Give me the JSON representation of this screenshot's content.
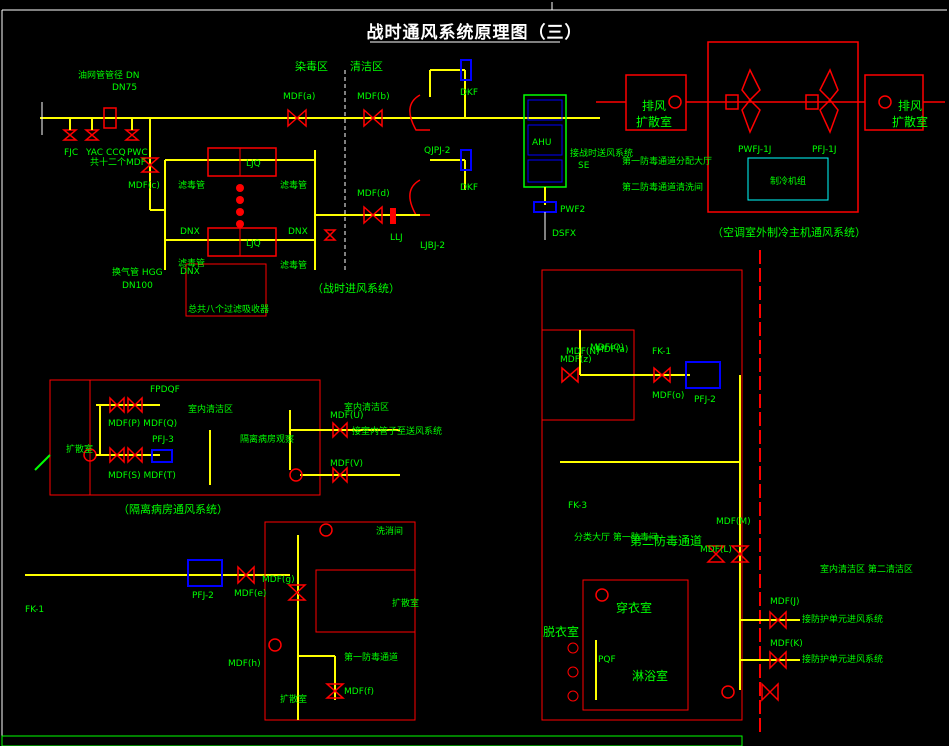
{
  "title": "战时通风系统原理图（三）",
  "labels": {
    "zone_contam": "染毒区",
    "zone_clean": "清洁区",
    "pipe_outdoor": "油网管管径 DN",
    "pipe_dn": "DN75",
    "fjc": "FJC",
    "yac": "YAC",
    "ccq": "CCQ",
    "pwc": "PWC",
    "total_mdf": "共十二个MDF",
    "mdf_c": "MDF(c)",
    "mdf_a": "MDF(a)",
    "mdf_b": "MDF(b)",
    "mdf_d": "MDF(d)",
    "dkf_top": "DKF",
    "dkf_mid": "DKF",
    "qjpj2": "QJPJ-2",
    "ljbj2": "LJBJ-2",
    "llj": "LLJ",
    "ahu": "AHU",
    "ljq_top": "LJQ",
    "ljq_bot": "LJQ",
    "inlet_left": "滤毒管",
    "inlet_right": "滤毒管",
    "dn_left": "DNX",
    "dn_right": "DNX",
    "dn_left2": "DNX",
    "bottom_tubes_left": "滤毒管",
    "bottom_tubes_right": "滤毒管",
    "gas_pipe": "换气管 HGG",
    "gas_dn": "DN100",
    "total_filters": "总共八个过滤吸收器",
    "inflow_note": "（战时进风系统）",
    "ahu_note1": "接战时送风系统",
    "ahu_note2": "SE",
    "ahu_note3": "第一防毒通道分配大厅",
    "ahu_note4": "第二防毒通道清洗间",
    "pwf2": "PWF2",
    "dsfx": "DSFX",
    "exhaust_left": "排风",
    "exhaust_left2": "扩散室",
    "exhaust_right": "排风",
    "exhaust_right2": "扩散室",
    "pwfj1": "PWFJ-1J",
    "pfj1": "PFJ-1J",
    "unit_room": "制冷机组",
    "ac_note": "（空调室外制冷主机通风系统）",
    "pfqf": "FPDQF",
    "mdf_pq": "MDF(P) MDF(Q)",
    "room_clean": "室内清洁区",
    "pfj3": "PFJ-3",
    "mdf_st": "MDF(S) MDF(T)",
    "mdf_u": "MDF(U)",
    "mdf_v": "MDF(V)",
    "isolation_room": "隔离病房观察",
    "clean_zone2": "室内清洁区",
    "isolation_note": "接室内管子至送风系统",
    "fuel_left": "扩散室",
    "isolation_title": "（隔离病房通风系统）",
    "fk": "FK-1",
    "pfj2": "PFJ-2",
    "mdf_e": "MDF(e)",
    "mdf_g": "MDF(g)",
    "mdf_h": "MDF(h)",
    "mdf_f": "MDF(f)",
    "second_channel": "第二防毒通道",
    "first_channel": "第一防毒通道",
    "wash_room": "洗消间",
    "dress_room": "穿衣室",
    "undress_room": "脱衣室",
    "shower_room": "淋浴室",
    "hall": "分类大厅 第一防毒间",
    "mdf_j": "MDF(J)",
    "mdf_k": "MDF(K)",
    "mdf_l": "MDF(L)",
    "mdf_m": "MDF(M)",
    "mdf_n": "MDF(N)",
    "mdf_o": "MDF(O)",
    "mdf_ro": "MDF(o)",
    "pfj2b": "PFJ-2",
    "fk3": "FK-3",
    "indoor_clean": "室内清洁区 第二清洁区",
    "sys1": "接防护单元进风系统",
    "sys2": "接防护单元进风系统",
    "pqf": "PQF",
    "fk1": "FK-1",
    "mdf_a2": "MDF(a)",
    "mdf_z": "MDF(z)",
    "diff_room": "扩散室",
    "room_left": "扩散室"
  },
  "colors": {
    "red": "#ff0000",
    "yellow": "#ffff00",
    "green": "#00ff00",
    "blue": "#0000ff",
    "white": "#ffffff",
    "cyan": "#00ffff"
  }
}
